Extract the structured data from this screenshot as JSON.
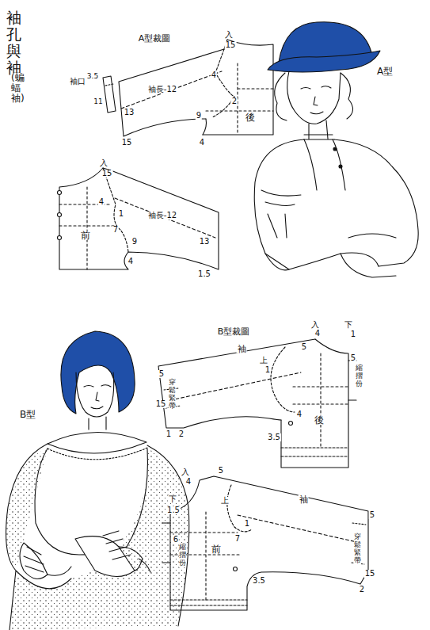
{
  "diagram": {
    "title": "袖孔與袖",
    "labels": [
      "(蝙蝠袖)",
      "A型裁圖",
      "入",
      "15",
      "4",
      "2",
      "後",
      "袖長-12",
      "13",
      "9",
      "4",
      "15",
      "袖口",
      "3.5",
      "11",
      "入",
      "15",
      "4",
      "1",
      "7",
      "前",
      "袖長-12",
      "9",
      "4",
      "13",
      "1.5",
      "A型",
      "B型",
      "B型裁圖",
      "入",
      "4",
      "下",
      "1",
      "5",
      "袖",
      "5",
      "縮摺份",
      "上",
      "1",
      "5",
      "穿鬆緊帶",
      "15",
      "1",
      "2",
      "4",
      "後",
      "3.5",
      "入",
      "4",
      "下",
      "1.5",
      "5",
      "上",
      "袖",
      "5",
      "6",
      "縮摺份",
      "1",
      "7",
      "前",
      "穿鬆緊帶",
      "15",
      "2",
      "3.5"
    ]
  }
}
